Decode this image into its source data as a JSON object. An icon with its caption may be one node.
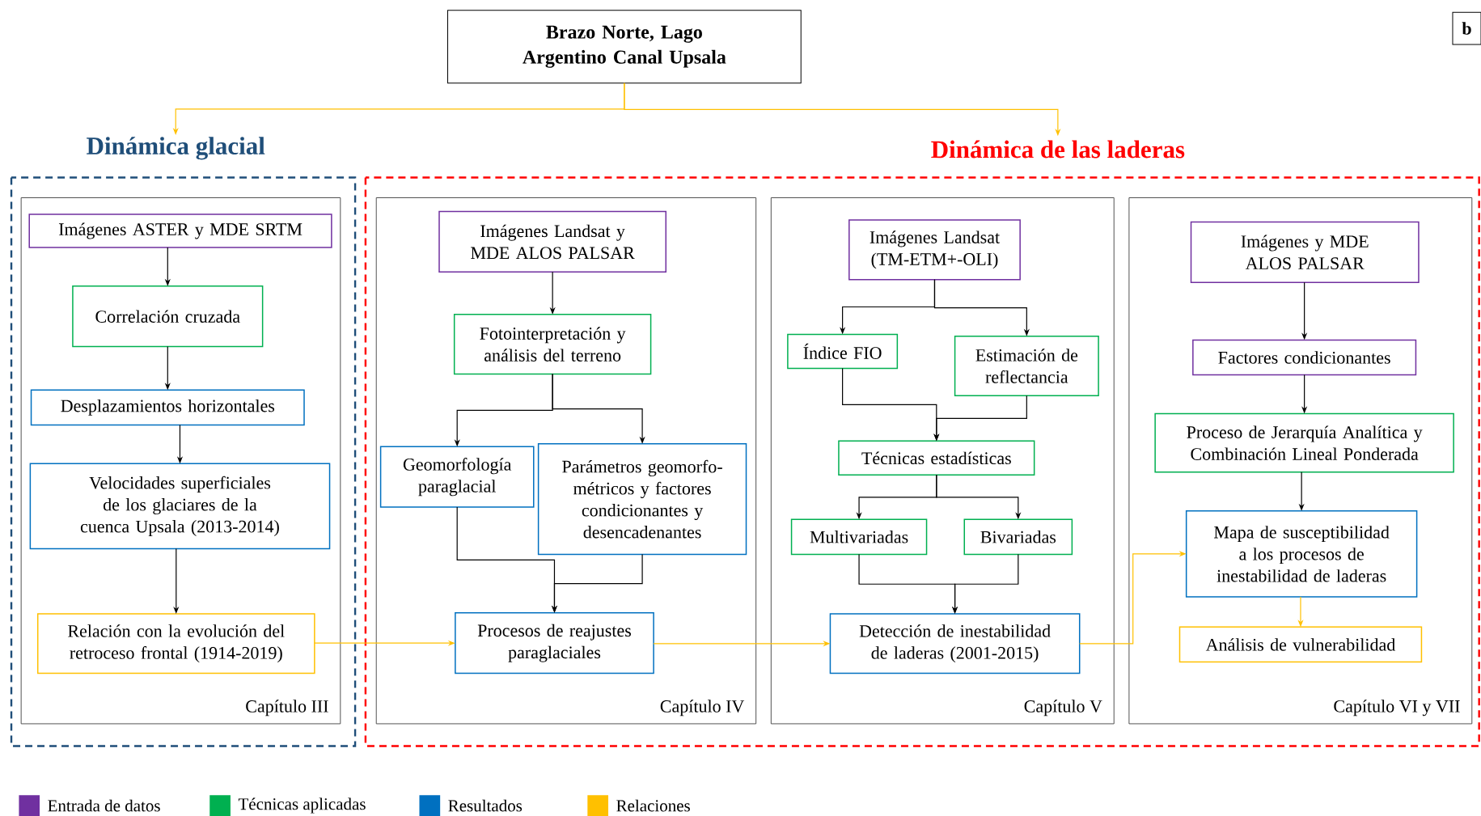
{
  "diagram": {
    "nodes": [
      {
        "text": [
          "Brazo Norte, Lago Argentino Canal Upsala"
        ]
      },
      {
        "text": [
          "Dinámica glacial"
        ]
      },
      {
        "text": [
          "Dinámica de las laderas"
        ]
      },
      {
        "text": [
          "Capítulo III"
        ],
        "in": 1
      },
      {
        "text": [
          "Imágenes ASTER y MDE SRTM"
        ],
        "in": 3
      },
      {
        "text": [
          "Correlación cruzada"
        ],
        "in": 3
      },
      {
        "text": [
          "Desplazamientos horizontales"
        ],
        "in": 3
      },
      {
        "text": [
          "Velocidades superficiales de los glaciares de la cuenca Upsala (2013-2014)"
        ],
        "in": 3
      },
      {
        "text": [
          "Relación con la evolución del retroceso frontal (1914-2019)"
        ],
        "in": 3
      },
      {
        "text": [
          "Capítulo IV"
        ],
        "in": 2
      },
      {
        "text": [
          "Imágenes Landsat y MDE ALOS PALSAR"
        ],
        "in": 9
      },
      {
        "text": [
          "Fotointerpretación y análisis del terreno"
        ],
        "in": 9
      },
      {
        "text": [
          "Geomorfología paraglacial"
        ],
        "in": 9
      },
      {
        "text": [
          "Parámetros geomorfo-métricos y factores condicionantes y desencadenantes"
        ],
        "in": 9
      },
      {
        "text": [
          "Procesos de reajustes paraglaciales"
        ],
        "in": 9
      },
      {
        "text": [
          "Capítulo V"
        ],
        "in": 2
      },
      {
        "text": [
          "Imágenes Landsat (TM-ETM+-OLI)"
        ],
        "in": 15
      },
      {
        "text": [
          "Índice FIO"
        ],
        "in": 15
      },
      {
        "text": [
          "Estimación de reflectancia"
        ],
        "in": 15
      },
      {
        "text": [
          "Técnicas estadísticas"
        ],
        "in": 15
      },
      {
        "text": [
          "Multivariadas"
        ],
        "in": 15
      },
      {
        "text": [
          "Bivariadas"
        ],
        "in": 15
      },
      {
        "text": [
          "Detección de inestabilidad de laderas (2001-2015)"
        ],
        "in": 15
      },
      {
        "text": [
          "Capítulo VI y VII"
        ],
        "in": 2
      },
      {
        "text": [
          "Imágenes y MDE ALOS PALSAR"
        ],
        "in": 23
      },
      {
        "text": [
          "Factores condicionantes"
        ],
        "in": 23
      },
      {
        "text": [
          "Proceso de Jerarquía Analítica y Combinación Lineal Ponderada"
        ],
        "in": 23
      },
      {
        "text": [
          "Mapa de susceptibilidad a los procesos de inestabilidad de laderas"
        ],
        "in": 23
      },
      {
        "text": [
          "Análisis de vulnerabilidad"
        ],
        "in": 23
      }
    ],
    "edges": [
      {
        "from": 0,
        "to": 1,
        "arrow": "to",
        "color": "#ffc000"
      },
      {
        "from": 0,
        "to": 2,
        "arrow": "to",
        "color": "#ffc000"
      },
      {
        "from": 4,
        "to": 5,
        "arrow": "to"
      },
      {
        "from": 5,
        "to": 6,
        "arrow": "to"
      },
      {
        "from": 6,
        "to": 7,
        "arrow": "to"
      },
      {
        "from": 7,
        "to": 8,
        "arrow": "to"
      },
      {
        "from": 8,
        "to": 14,
        "arrow": "to",
        "color": "#ffc000"
      },
      {
        "from": 10,
        "to": 11,
        "arrow": "to"
      },
      {
        "from": 11,
        "to": 12,
        "arrow": "to"
      },
      {
        "from": 11,
        "to": 13,
        "arrow": "to"
      },
      {
        "from": 12,
        "to": 14,
        "arrow": "to"
      },
      {
        "from": 13,
        "to": 14,
        "arrow": "to"
      },
      {
        "from": 14,
        "to": 22,
        "arrow": "to",
        "color": "#ffc000"
      },
      {
        "from": 16,
        "to": 17,
        "arrow": "to"
      },
      {
        "from": 16,
        "to": 18,
        "arrow": "to"
      },
      {
        "from": 17,
        "to": 19,
        "arrow": "to"
      },
      {
        "from": 18,
        "to": 19,
        "arrow": "to"
      },
      {
        "from": 19,
        "to": 20,
        "arrow": "to"
      },
      {
        "from": 19,
        "to": 21,
        "arrow": "to"
      },
      {
        "from": 20,
        "to": 22,
        "arrow": "to"
      },
      {
        "from": 21,
        "to": 22,
        "arrow": "to"
      },
      {
        "from": 22,
        "to": 27,
        "arrow": "to",
        "color": "#ffc000"
      },
      {
        "from": 24,
        "to": 25,
        "arrow": "to"
      },
      {
        "from": 25,
        "to": 26,
        "arrow": "to"
      },
      {
        "from": 26,
        "to": 27,
        "arrow": "to"
      },
      {
        "from": 27,
        "to": 28,
        "arrow": "to",
        "color": "#ffc000"
      }
    ],
    "labels": [
      "b"
    ],
    "legend": [
      {
        "text": "Entrada de datos",
        "color": "#7030a0"
      },
      {
        "text": "Técnicas aplicadas",
        "color": "#00b050"
      },
      {
        "text": "Resultados",
        "color": "#0070c0"
      },
      {
        "text": "Relaciones",
        "color": "#ffc000"
      }
    ]
  }
}
